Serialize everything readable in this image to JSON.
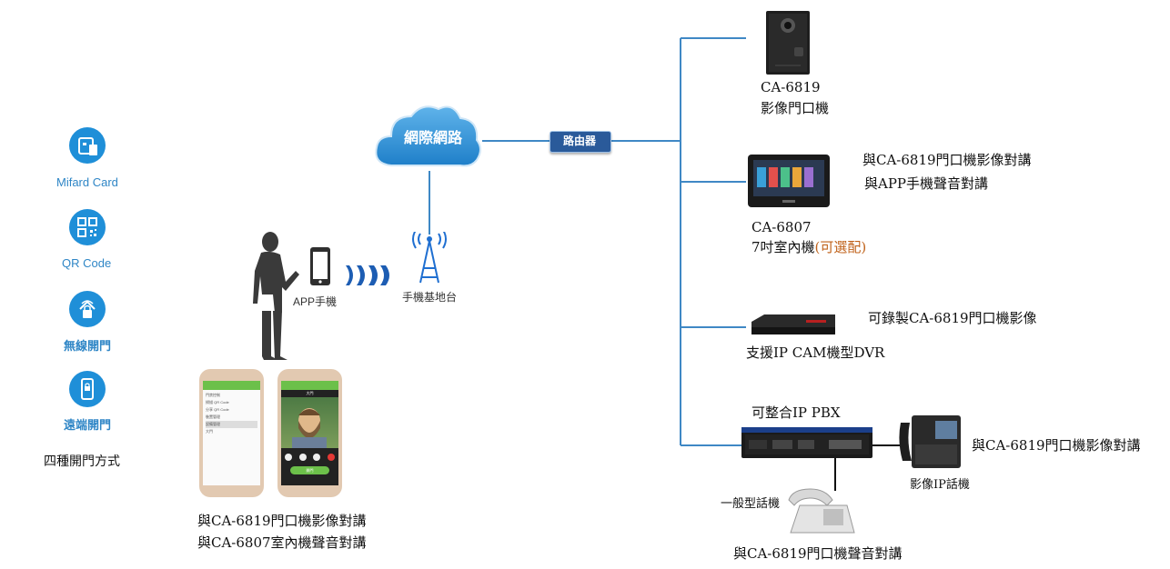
{
  "methods": {
    "items": [
      {
        "label": "Mifard Card",
        "icon": "card-reader-icon"
      },
      {
        "label": "QR Code",
        "icon": "qr-code-icon"
      },
      {
        "label": "無線開門",
        "icon": "wireless-lock-icon"
      },
      {
        "label": "遠端開門",
        "icon": "remote-phone-icon"
      }
    ],
    "caption": "四種開門方式"
  },
  "network": {
    "cloud_label": "網際網路",
    "router_label": "路由器",
    "base_station_label": "手機基地台",
    "app_phone_label": "APP手機"
  },
  "devices": {
    "doorphone": {
      "model": "CA-6819",
      "name": "影像門口機"
    },
    "indoor": {
      "model": "CA-6807",
      "name": "7吋室內機",
      "optional": "(可選配)",
      "note1": "與CA-6819門口機影像對講",
      "note2": "與APP手機聲音對講"
    },
    "dvr": {
      "name": "支援IP CAM機型DVR",
      "note": "可錄製CA-6819門口機影像"
    },
    "pbx": {
      "title": "可整合IP PBX",
      "ip_phone_label": "影像IP話機",
      "ip_phone_note": "與CA-6819門口機影像對講",
      "analog_label": "一般型話機",
      "analog_note": "與CA-6819門口機聲音對講"
    }
  },
  "phones": {
    "note1": "與CA-6819門口機影像對講",
    "note2": "與CA-6807室內機聲音對講",
    "left_screen_items": [
      "門禁控制",
      "掃描 QR Code",
      "分享 QR Code",
      "裝置管理",
      "設備管理",
      "大門"
    ],
    "right_screen_title": "大門",
    "right_screen_button": "開門"
  },
  "colors": {
    "line": "#3f88c5",
    "icon_blue": "#1f8fd8",
    "router_fill": "#2a5a9a",
    "cloud": "#2b8fd6",
    "phone_green": "#6cc04a"
  }
}
